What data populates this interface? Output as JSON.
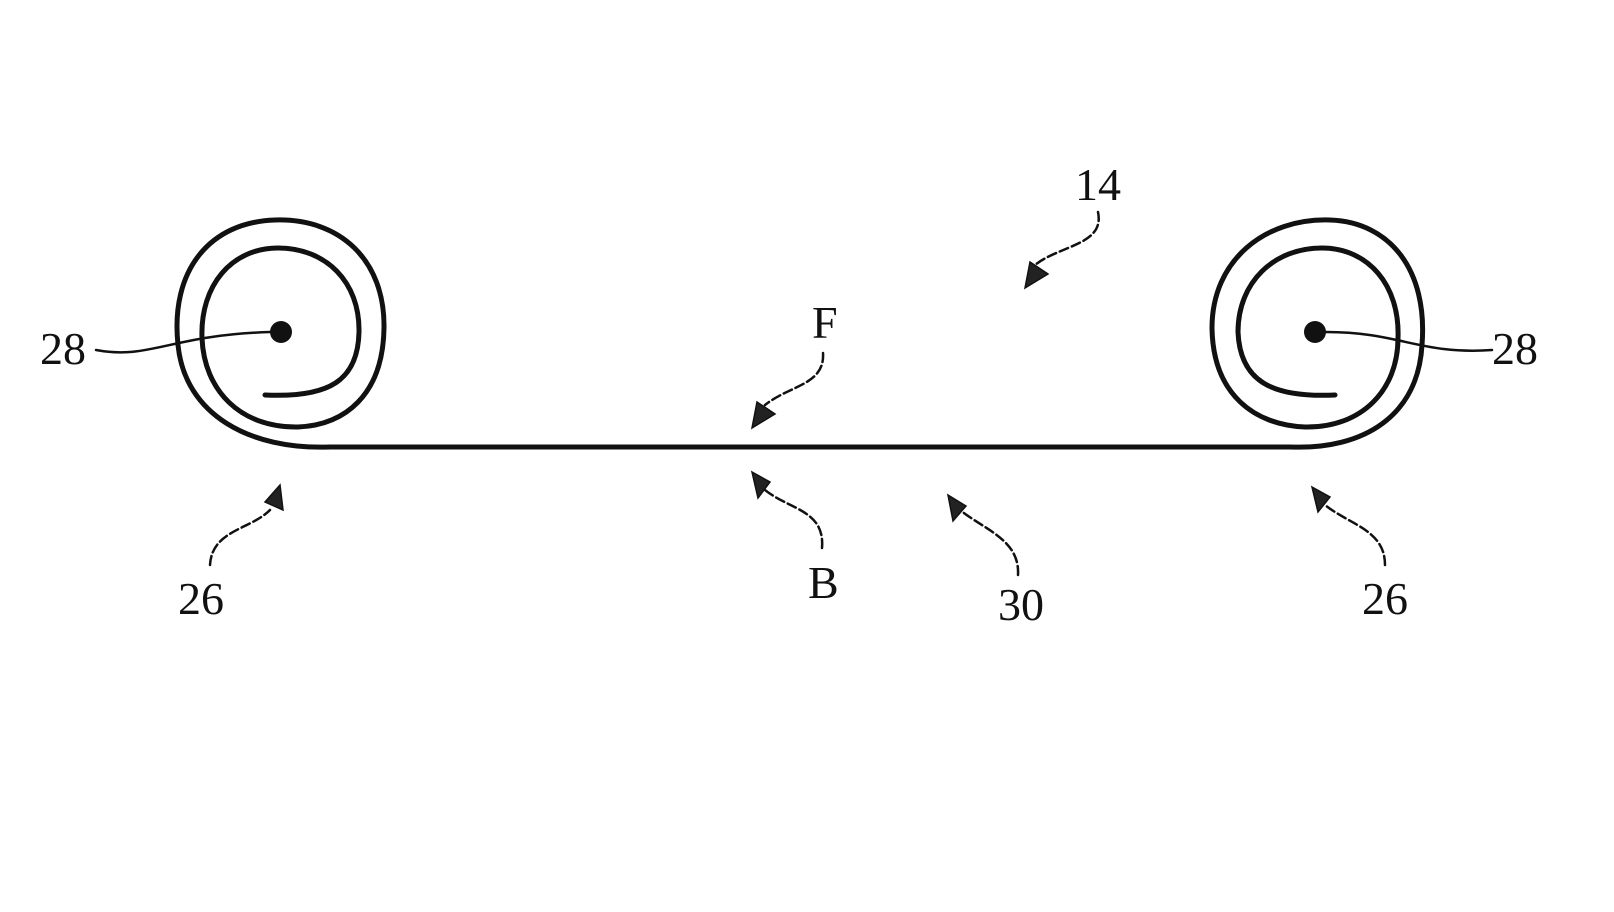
{
  "figure": {
    "labels": {
      "assembly": "14",
      "front": "F",
      "back": "B",
      "web": "30",
      "roll_left": "26",
      "roll_right": "26",
      "axis_left": "28",
      "axis_right": "28"
    }
  }
}
